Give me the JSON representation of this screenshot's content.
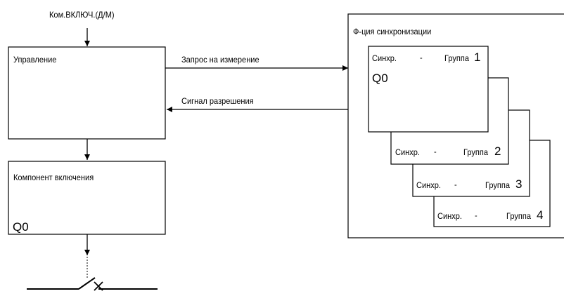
{
  "command_label": "Ком.ВКЛЮЧ.(Д/М)",
  "control_block": {
    "title": "Управление"
  },
  "switch_block": {
    "title": "Компонент включения",
    "device": "Q0"
  },
  "arrows": {
    "request": "Запрос на измерение",
    "permit": "Сигнал разрешения"
  },
  "sync_function": {
    "title": "Ф-ция синхронизации",
    "device": "Q0",
    "groups": [
      {
        "prefix": "Синхр.",
        "dash": "-",
        "group_word": "Группа",
        "number": "1"
      },
      {
        "prefix": "Синхр.",
        "dash": "-",
        "group_word": "Группа",
        "number": "2"
      },
      {
        "prefix": "Синхр.",
        "dash": "-",
        "group_word": "Группа",
        "number": "3"
      },
      {
        "prefix": "Синхр.",
        "dash": "-",
        "group_word": "Группа",
        "number": "4"
      }
    ]
  }
}
